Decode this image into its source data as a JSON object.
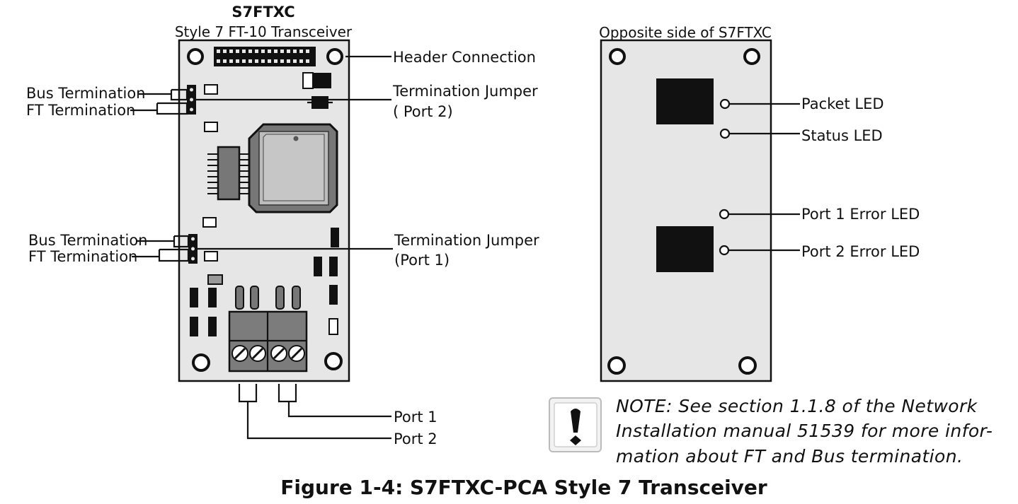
{
  "left_board": {
    "title": "S7FTXC",
    "subtitle": "Style 7 FT-10 Transceiver",
    "labels": {
      "header_connection": "Header Connection",
      "term_jumper_port2_line1": "Termination Jumper",
      "term_jumper_port2_line2": "( Port 2)",
      "term_jumper_port1_line1": "Termination Jumper",
      "term_jumper_port1_line2": "(Port 1)",
      "bus_termination_top": "Bus Termination",
      "ft_termination_top": "FT Termination",
      "bus_termination_bottom": "Bus Termination",
      "ft_termination_bottom": "FT Termination",
      "port1": "Port 1",
      "port2": "Port 2"
    }
  },
  "right_board": {
    "title": "Opposite side of S7FTXC",
    "labels": {
      "packet_led": "Packet LED",
      "status_led": "Status LED",
      "port1_error_led": "Port 1 Error LED",
      "port2_error_led": "Port 2 Error LED"
    }
  },
  "note": {
    "line1": "NOTE:  See section 1.1.8 of the Network",
    "line2": "Installation manual 51539 for more infor-",
    "line3": "mation about FT and Bus termination."
  },
  "caption": "Figure 1-4: S7FTXC-PCA Style 7 Transceiver"
}
